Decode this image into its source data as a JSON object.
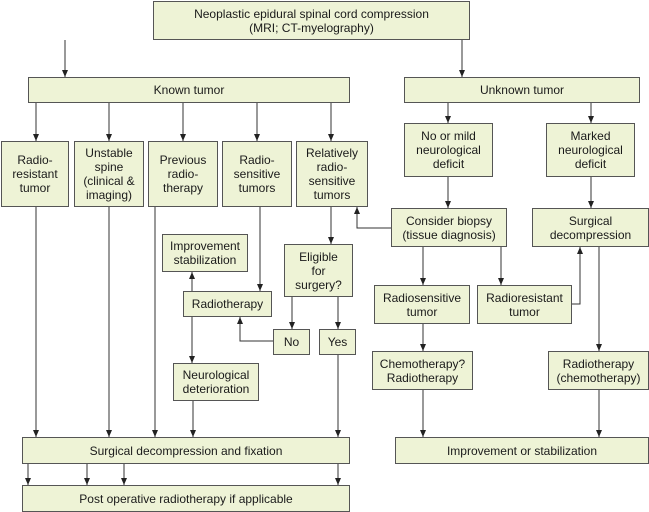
{
  "diagram": {
    "title": "Neoplastic epidural spinal cord compression\n(MRI; CT-myelography)",
    "colors": {
      "box_fill": "#eef3d6",
      "box_border": "#555555",
      "arrow": "#333333"
    },
    "nodes": {
      "root": "Neoplastic epidural spinal cord compression\n(MRI; CT-myelography)",
      "known": "Known tumor",
      "unknown": "Unknown tumor",
      "radioresistant_tumor": "Radio-\nresistant\ntumor",
      "unstable_spine": "Unstable\nspine\n(clinical &\nimaging)",
      "previous_rt": "Previous\nradio-\ntherapy",
      "radiosensitive_tumors": "Radio-\nsensitive\ntumors",
      "relatively_rs": "Relatively\nradio-\nsensitive\ntumors",
      "improvement_stab": "Improvement\nstabilization",
      "radiotherapy": "Radiotherapy",
      "neuro_det": "Neurological\ndeterioration",
      "eligible": "Eligible\nfor\nsurgery?",
      "no": "No",
      "yes": "Yes",
      "mild_deficit": "No or mild\nneurological\ndeficit",
      "marked_deficit": "Marked\nneurological\ndeficit",
      "biopsy": "Consider biopsy\n(tissue diagnosis)",
      "surg_decomp": "Surgical\ndecompression",
      "rs_tumor": "Radiosensitive\ntumor",
      "rr_tumor": "Radioresistant\ntumor",
      "chemo_rt": "Chemotherapy?\nRadiotherapy",
      "rt_chemo": "Radiotherapy\n(chemotherapy)",
      "surg_fix": "Surgical decompression and fixation",
      "improve_or_stab": "Improvement or stabilization",
      "post_op_rt": "Post operative radiotherapy if applicable"
    }
  }
}
